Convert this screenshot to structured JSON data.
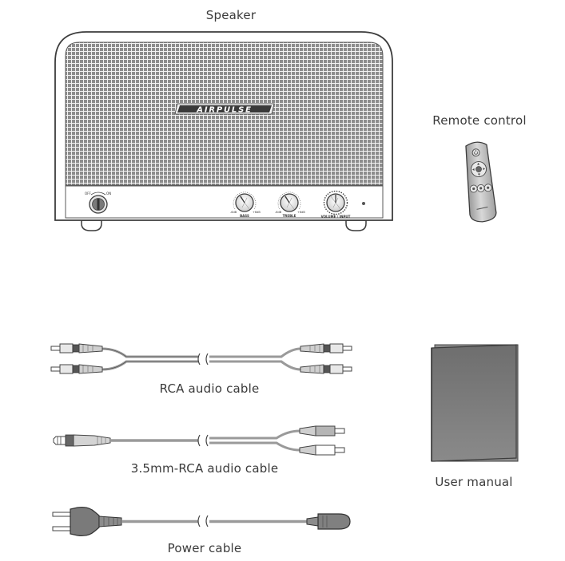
{
  "labels": {
    "speaker": "Speaker",
    "remote": "Remote control",
    "rca_cable": "RCA audio cable",
    "aux_cable": "3.5mm-RCA audio cable",
    "power_cable": "Power cable",
    "manual": "User manual"
  },
  "speaker": {
    "brand": "AIRPULSE",
    "switch_off": "OFF",
    "switch_on": "ON",
    "knobs": [
      {
        "label": "BASS",
        "min": "-6dB",
        "max": "+6dB"
      },
      {
        "label": "TREBLE",
        "min": "-6dB",
        "max": "+6dB"
      },
      {
        "label": "VOLUME / INPUT",
        "min": "",
        "max": ""
      }
    ]
  },
  "colors": {
    "grille": "#8a8a8a",
    "outline": "#3c3c3c",
    "cable": "#9a9a9a",
    "plug_dark": "#5a5a5a"
  }
}
